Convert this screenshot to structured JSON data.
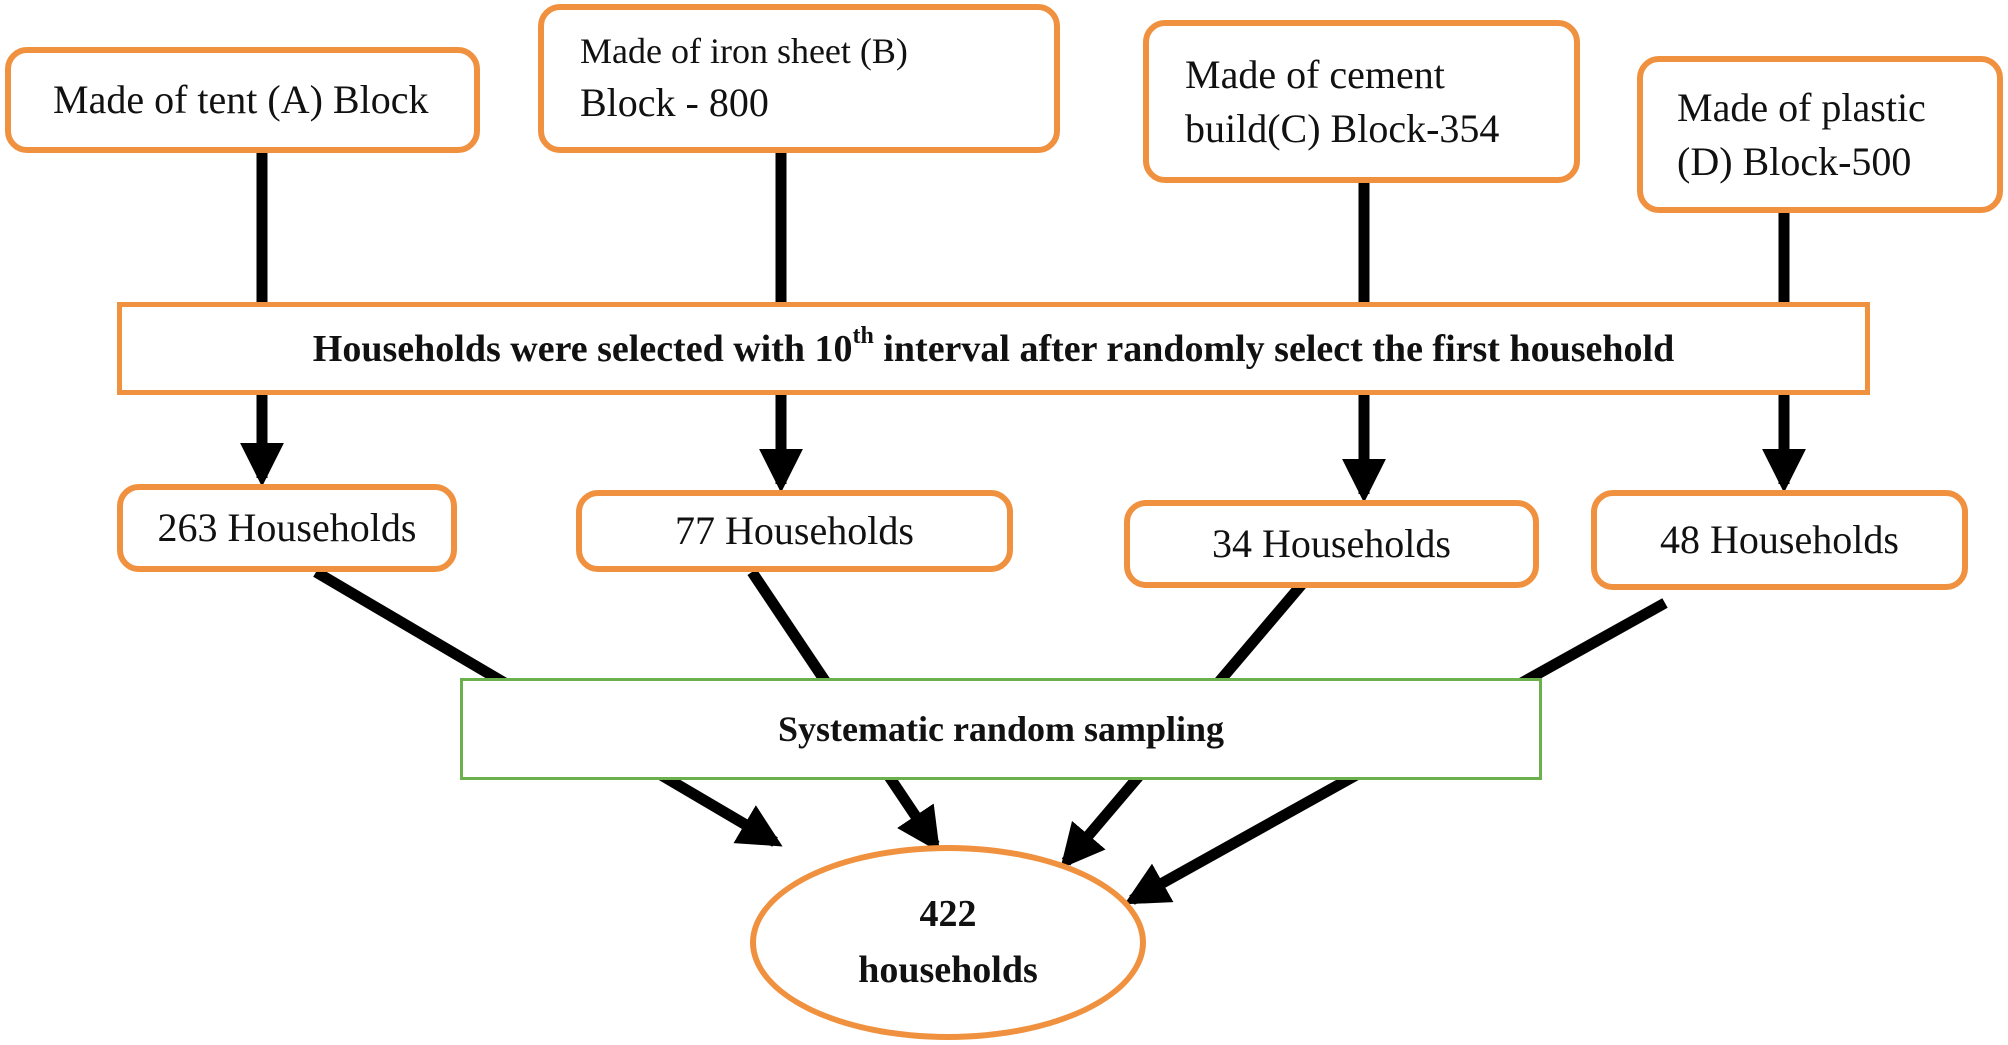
{
  "blocks": [
    {
      "line1": "Made of tent (A) Block",
      "line2": ""
    },
    {
      "line1": "Made of iron sheet (B)",
      "line2": "Block - 800"
    },
    {
      "line1": "Made of cement",
      "line2": "build(C) Block-354"
    },
    {
      "line1": "Made of plastic",
      "line2": "(D) Block-500"
    }
  ],
  "selection": {
    "prefix": "Households were selected with 10",
    "sup": "th",
    "suffix": " interval after randomly select the first household"
  },
  "households": [
    "263 Households",
    "77 Households",
    "34 Households",
    "48 Households"
  ],
  "method": "Systematic random sampling",
  "total": {
    "line1": "422",
    "line2": "households"
  },
  "colors": {
    "box_border": "#f0913f",
    "method_border": "#6ab04c",
    "arrow": "#000000"
  }
}
